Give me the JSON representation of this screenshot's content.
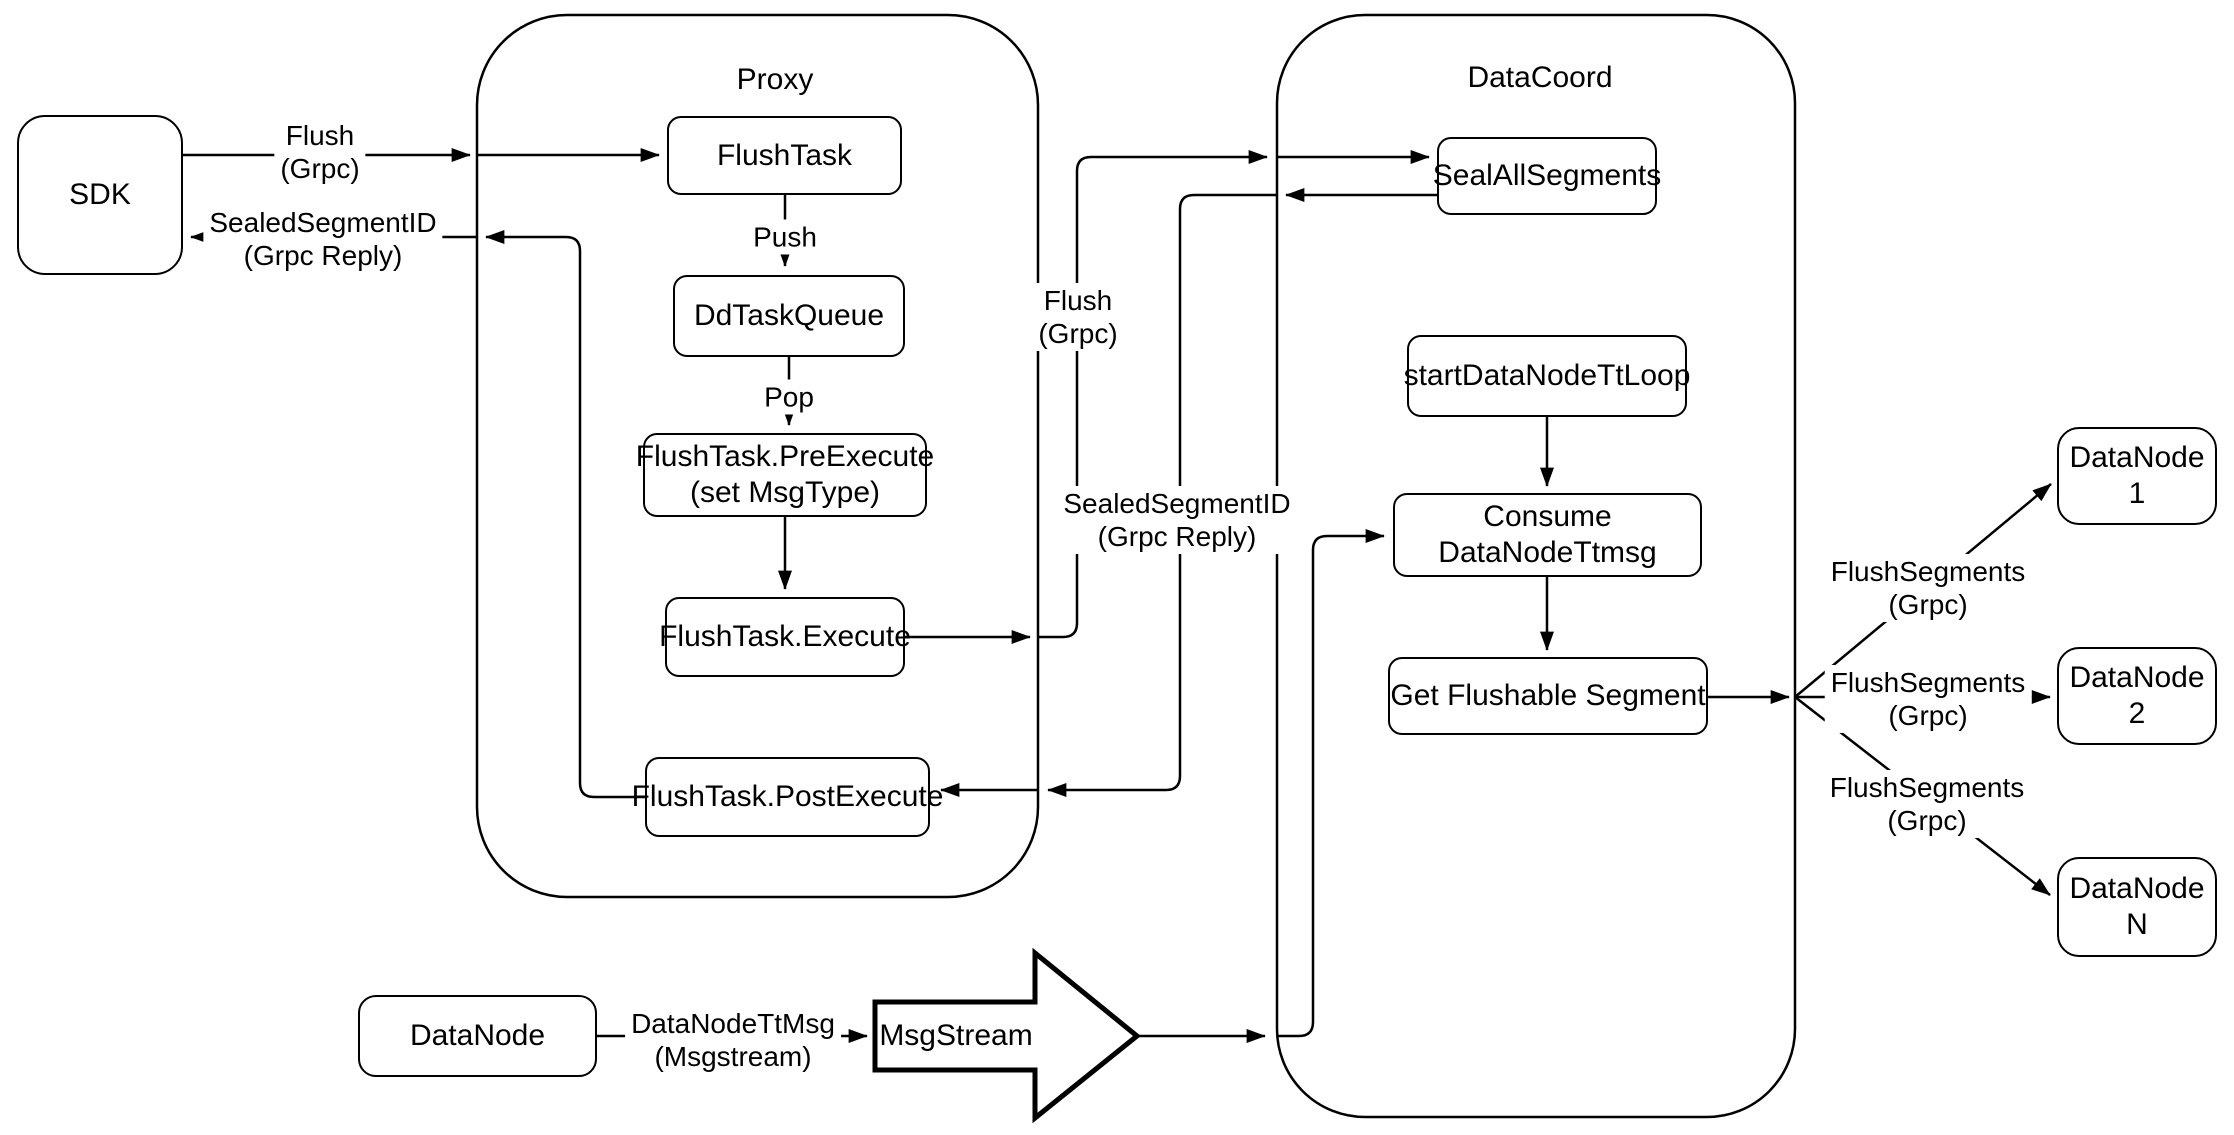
{
  "diagram": {
    "colors": {
      "stroke": "#000000",
      "background": "#ffffff"
    },
    "containers": [
      {
        "id": "proxy",
        "title": "Proxy"
      },
      {
        "id": "datacoord",
        "title": "DataCoord"
      }
    ],
    "nodes": [
      {
        "id": "sdk",
        "label": "SDK"
      },
      {
        "id": "flush-task",
        "label": "FlushTask"
      },
      {
        "id": "dd-task-queue",
        "label": "DdTaskQueue"
      },
      {
        "id": "flush-task-pre-execute",
        "label": "FlushTask.PreExecute\n(set MsgType)"
      },
      {
        "id": "flush-task-execute",
        "label": "FlushTask.Execute"
      },
      {
        "id": "flush-task-post-execute",
        "label": "FlushTask.PostExecute"
      },
      {
        "id": "seal-all-segments",
        "label": "SealAllSegments"
      },
      {
        "id": "start-datanode-tt-loop",
        "label": "startDataNodeTtLoop"
      },
      {
        "id": "consume-datanode-ttmsg",
        "label": "Consume DataNodeTtmsg"
      },
      {
        "id": "get-flushable-segment",
        "label": "Get Flushable Segment"
      },
      {
        "id": "datanode-1",
        "label": "DataNode 1"
      },
      {
        "id": "datanode-2",
        "label": "DataNode 2"
      },
      {
        "id": "datanode-n",
        "label": "DataNode N"
      },
      {
        "id": "datanode",
        "label": "DataNode"
      },
      {
        "id": "msgstream",
        "label": "MsgStream"
      }
    ],
    "edge_labels": [
      {
        "id": "sdk-flush",
        "text": "Flush\n(Grpc)"
      },
      {
        "id": "sdk-sealed-reply",
        "text": "SealedSegmentID\n(Grpc Reply)"
      },
      {
        "id": "push",
        "text": "Push"
      },
      {
        "id": "pop",
        "text": "Pop"
      },
      {
        "id": "flush-to-datacoord",
        "text": "Flush\n(Grpc)"
      },
      {
        "id": "sealed-from-datacoord",
        "text": "SealedSegmentID\n(Grpc Reply)"
      },
      {
        "id": "flush-segments-1",
        "text": "FlushSegments\n(Grpc)"
      },
      {
        "id": "flush-segments-2",
        "text": "FlushSegments\n(Grpc)"
      },
      {
        "id": "flush-segments-n",
        "text": "FlushSegments\n(Grpc)"
      },
      {
        "id": "datanode-ttmsg",
        "text": "DataNodeTtMsg\n(Msgstream)"
      }
    ]
  }
}
